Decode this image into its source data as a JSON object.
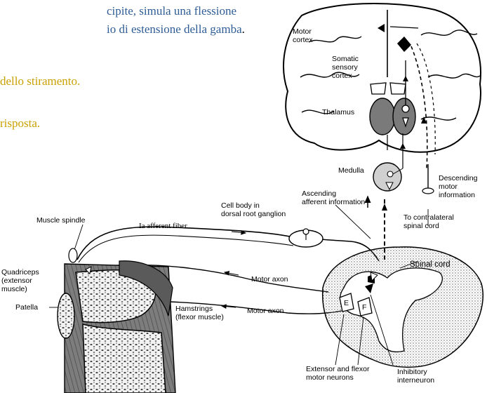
{
  "text_lines": {
    "line1": "cipite, simula una flessione",
    "line2": "io di estensione della gamba",
    "line2_end": ".",
    "line3": "dello stiramento.",
    "line4": "risposta."
  },
  "labels": {
    "motor_cortex_1": "Motor",
    "motor_cortex_2": "cortex",
    "somatic_1": "Somatic",
    "somatic_2": "sensory",
    "somatic_3": "cortex",
    "thalamus": "Thalamus",
    "medulla": "Medulla",
    "descending_1": "Descending",
    "descending_2": "motor",
    "descending_3": "information",
    "ascending_1": "Ascending",
    "ascending_2": "afferent information",
    "cell_body_1": "Cell body in",
    "cell_body_2": "dorsal root ganglion",
    "contralateral_1": "To contralateral",
    "contralateral_2": "spinal cord",
    "muscle_spindle": "Muscle spindle",
    "ia_afferent": "Ia afferent fiber",
    "quadriceps_1": "Quadriceps",
    "quadriceps_2": "(extensor",
    "quadriceps_3": "muscle)",
    "spinal_cord": "Spinal cord",
    "motor_axon_1": "Motor axon",
    "motor_axon_2": "Motor axon",
    "hamstrings_1": "Hamstrings",
    "hamstrings_2": "(flexor muscle)",
    "patella": "Patella",
    "extensor_flexor_1": "Extensor and flexor",
    "extensor_flexor_2": "motor neurons",
    "inhibitory_1": "Inhibitory",
    "inhibitory_2": "interneuron",
    "neuron_e": "E",
    "neuron_f": "F"
  },
  "colors": {
    "blue_text": "#2e5d96",
    "gold_text": "#c9a000"
  }
}
